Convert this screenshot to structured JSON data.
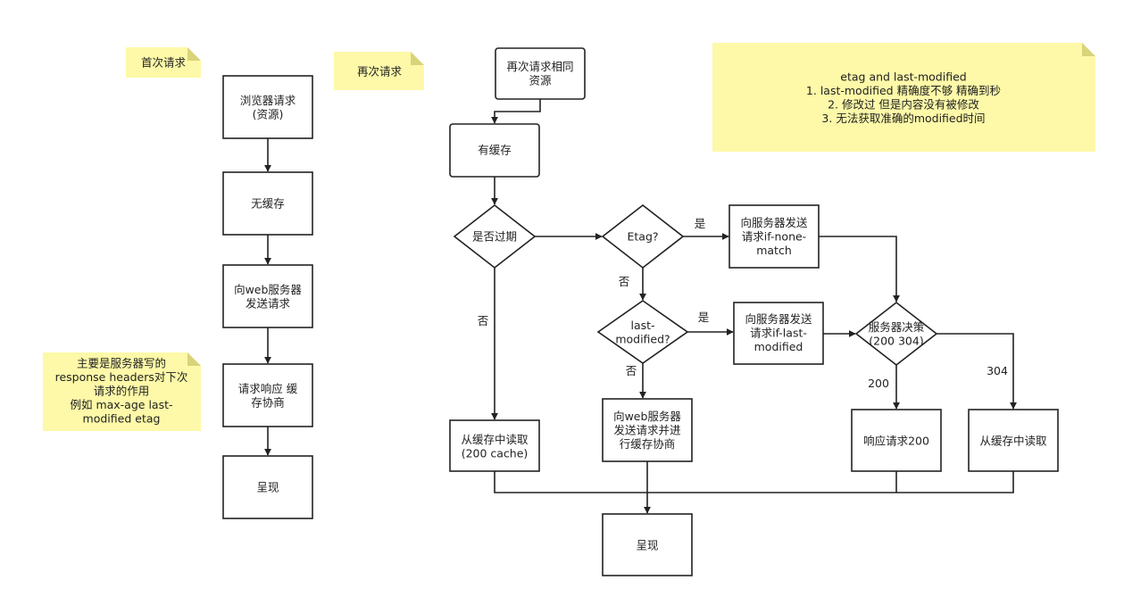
{
  "notes": {
    "first_request": [
      "首次请求"
    ],
    "second_request": [
      "再次请求"
    ],
    "server_headers": [
      "主要是服务器写的",
      "response headers对下次",
      "请求的作用",
      "例如 max-age last-",
      "modified  etag"
    ],
    "etag_info": [
      "etag and last-modified",
      "1. last-modified 精确度不够 精确到秒",
      "2.  修改过 但是内容没有被修改",
      "3. 无法获取准确的modified时间"
    ]
  },
  "left_flow": {
    "browser_request": [
      "浏览器请求",
      "(资源)"
    ],
    "no_cache": [
      "无缓存"
    ],
    "send_to_web": [
      "向web服务器",
      "发送请求"
    ],
    "response_cache": [
      "请求响应 缓",
      "存协商"
    ],
    "render": [
      "呈现"
    ]
  },
  "right_flow": {
    "request_again": [
      "再次请求相同",
      "资源"
    ],
    "has_cache": [
      "有缓存"
    ],
    "is_expired": [
      "是否过期"
    ],
    "etag_check": [
      "Etag?"
    ],
    "send_if_none_match": [
      "向服务器发送",
      "请求if-none-",
      "match"
    ],
    "last_modified_check": [
      "last-",
      "modified?"
    ],
    "send_if_last_modified": [
      "向服务器发送",
      "请求if-last-",
      "modified"
    ],
    "server_decision": [
      "服务器决策",
      "(200 304)"
    ],
    "read_from_cache_200": [
      "从缓存中读取",
      "(200 cache)"
    ],
    "send_web_negotiate": [
      "向web服务器",
      "发送请求并进",
      "行缓存协商"
    ],
    "response_200": [
      "响应请求200"
    ],
    "read_from_cache": [
      "从缓存中读取"
    ],
    "render": [
      "呈现"
    ]
  },
  "edge_labels": {
    "etag_yes": "是",
    "etag_no": "否",
    "expired_no": "否",
    "lastmod_yes": "是",
    "lastmod_no": "否",
    "code_200": "200",
    "code_304": "304"
  }
}
